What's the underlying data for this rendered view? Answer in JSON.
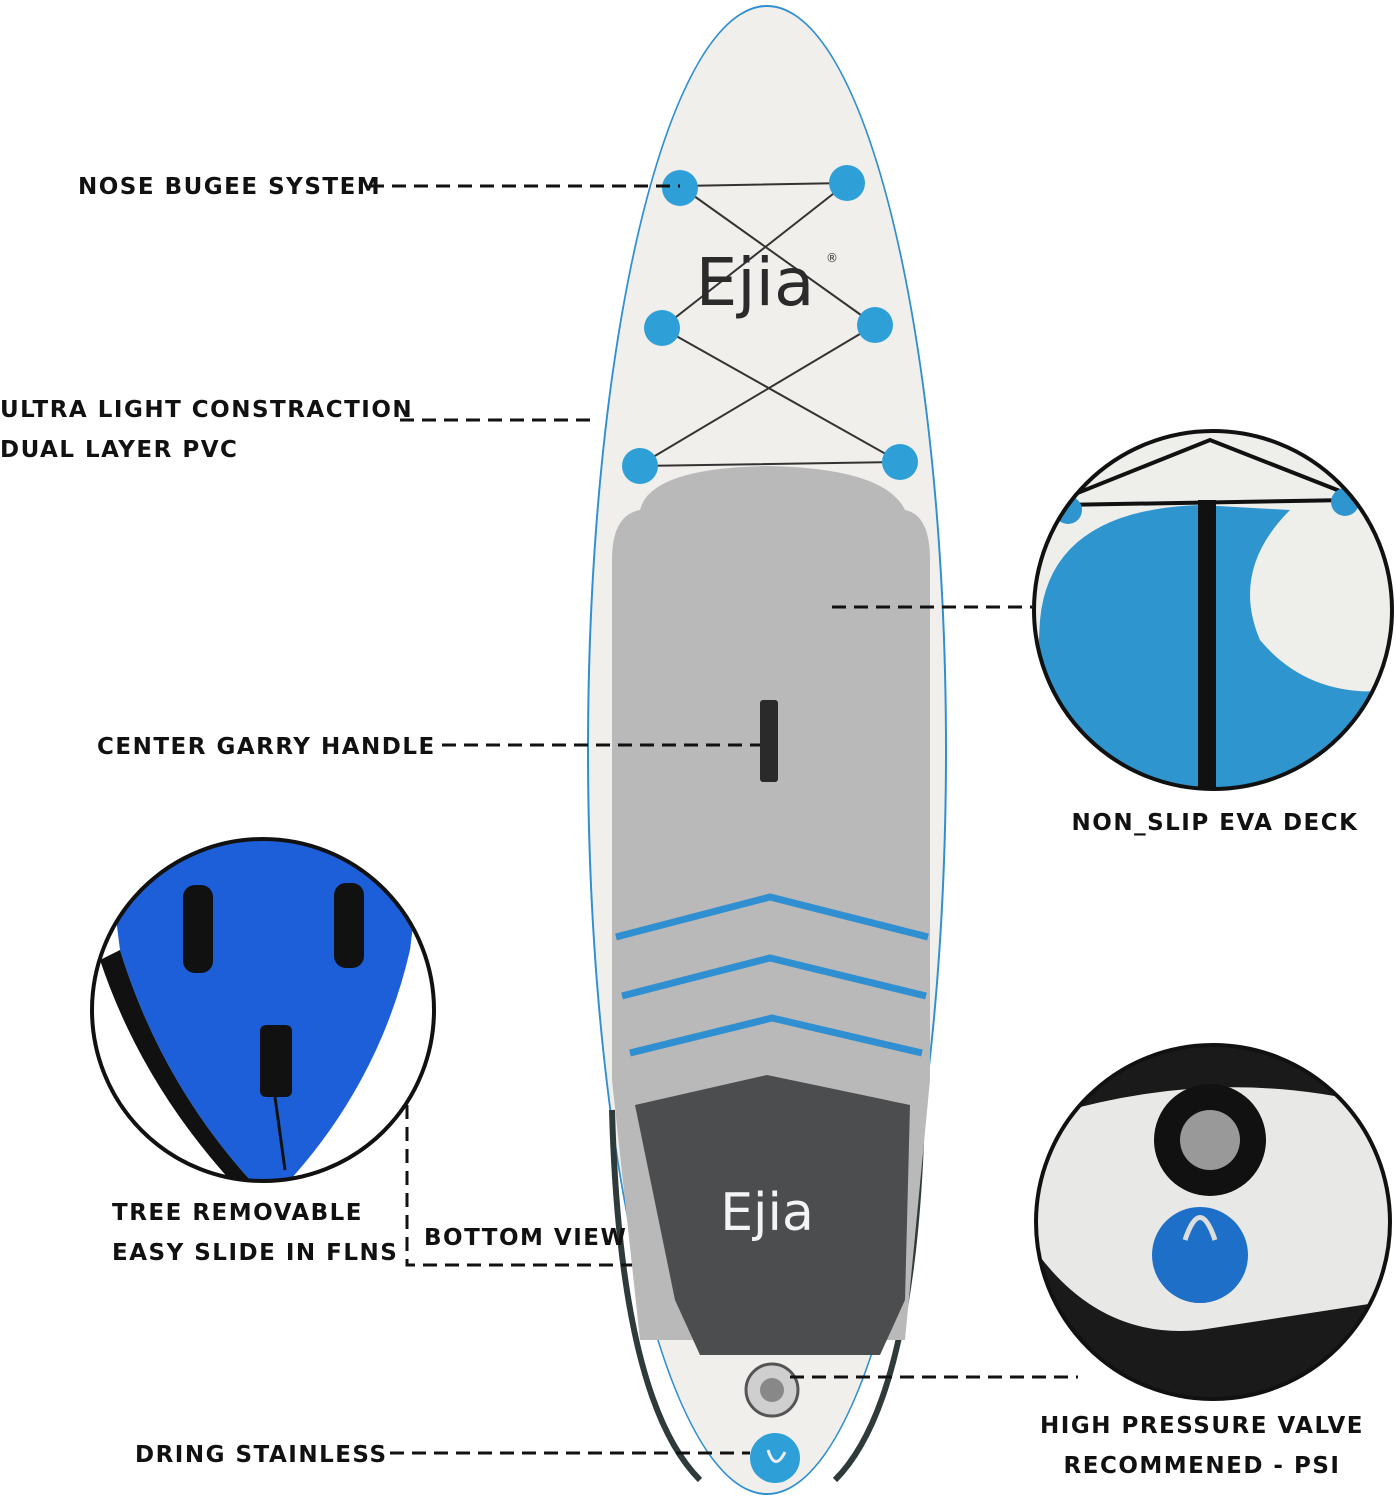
{
  "brand": {
    "name": "Ejia",
    "registered": "®"
  },
  "colors": {
    "board_blue": "#2f8fd0",
    "deck_grey": "#b9b9b9",
    "tail_dark": "#4b4d4f",
    "fin_blue": "#1d5fd8",
    "text": "#111111"
  },
  "labels": {
    "nose": "NOSE BUGEE SYSTEM",
    "construction_line1": "ULTRA LIGHT CONSTRACTION",
    "construction_line2": "DUAL LAYER PVC",
    "handle": "CENTER GARRY HANDLE",
    "deck": "NON_SLIP EVA DECK",
    "fins_line1": "TREE REMOVABLE",
    "fins_line2": "EASY SLIDE IN FLNS",
    "bottom_view": "BOTTOM VIEW",
    "valve_line1": "HIGH PRESSURE VALVE",
    "valve_line2": "RECOMMENED - PSI",
    "dring": "DRING STAINLESS"
  }
}
